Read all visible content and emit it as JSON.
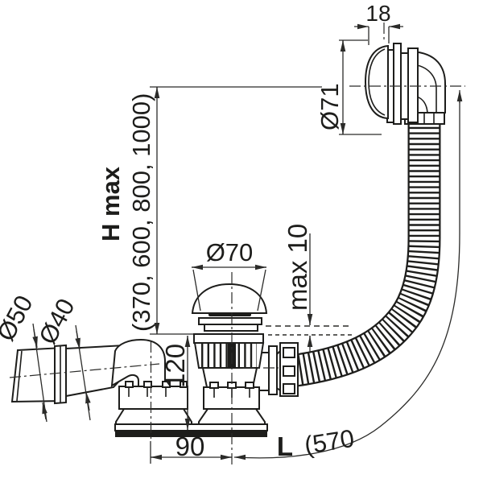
{
  "diagram": {
    "title": "bath-waste-and-overflow-drain-technical-drawing",
    "labels": {
      "flange_width": "18",
      "overflow_cap_diameter": "Ø71",
      "height_max_label": "H max",
      "height_max_values": "(370, 600, 800, 1000)",
      "plug_cap_diameter": "Ø70",
      "panel_thickness": "max 10",
      "outlet_socket_diameter": "Ø50",
      "outlet_pipe_diameter": "Ø40",
      "body_height": "120",
      "outlet_offset": "90",
      "hose_length_label": "L",
      "hose_length_value": "(570"
    },
    "colors": {
      "line": "#1d1d1b",
      "dimension": "#2b2b29",
      "floor_dash": "#4a4a48",
      "background": "#ffffff"
    }
  }
}
